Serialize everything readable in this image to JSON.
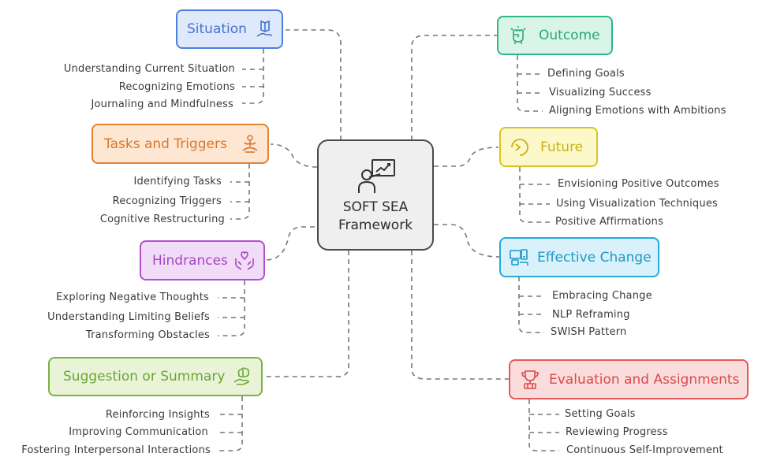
{
  "center": {
    "line1": "SOFT SEA",
    "line2": "Framework",
    "icon": "presentation-icon"
  },
  "branches": {
    "situation": {
      "label": "Situation",
      "icon": "book-hand-icon",
      "color": "#4a7fdc",
      "fill": "#dfe9fb",
      "items": [
        "Understanding Current Situation",
        "Recognizing Emotions",
        "Journaling and Mindfulness"
      ]
    },
    "tasks": {
      "label": "Tasks and Triggers",
      "icon": "meditation-icon",
      "color": "#e0842f",
      "fill": "#fde6d2",
      "items": [
        "Identifying Tasks",
        "Recognizing Triggers",
        "Cognitive Restructuring"
      ]
    },
    "hindrances": {
      "label": "Hindrances",
      "icon": "heart-hands-icon",
      "color": "#b24fcf",
      "fill": "#f1dcf7",
      "items": [
        "Exploring Negative Thoughts",
        "Understanding Limiting Beliefs",
        "Transforming Obstacles"
      ]
    },
    "suggestion": {
      "label": "Suggestion or Summary",
      "icon": "brain-hand-icon",
      "color": "#7cb342",
      "fill": "#e8f3d8",
      "items": [
        "Reinforcing Insights",
        "Improving Communication",
        "Fostering Interpersonal Interactions"
      ]
    },
    "outcome": {
      "label": "Outcome",
      "icon": "fist-icon",
      "color": "#2fb685",
      "fill": "#d9f4e8",
      "items": [
        "Defining Goals",
        "Visualizing Success",
        "Aligning Emotions with Ambitions"
      ]
    },
    "future": {
      "label": "Future",
      "icon": "refresh-arrow-icon",
      "color": "#d9c41f",
      "fill": "#fdf8c9",
      "items": [
        "Envisioning Positive Outcomes",
        "Using Visualization Techniques",
        "Positive Affirmations"
      ]
    },
    "change": {
      "label": "Effective Change",
      "icon": "devices-icon",
      "color": "#29a9d6",
      "fill": "#d8f1fa",
      "items": [
        "Embracing Change",
        "NLP Reframing",
        "SWISH Pattern"
      ]
    },
    "evaluation": {
      "label": "Evaluation and Assignments",
      "icon": "trophy-icon",
      "color": "#e45a5a",
      "fill": "#fbdcdc",
      "items": [
        "Setting Goals",
        "Reviewing Progress",
        "Continuous Self-Improvement"
      ]
    }
  }
}
